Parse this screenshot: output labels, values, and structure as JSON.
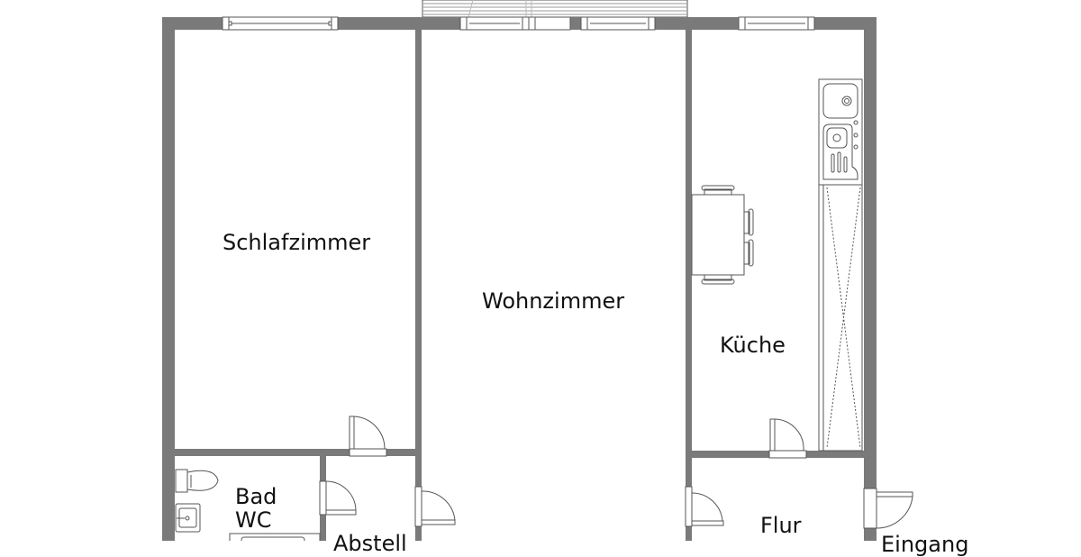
{
  "plan": {
    "wall_color": "#7a7a7a",
    "line_color": "#555555",
    "background": "#ffffff"
  },
  "rooms": {
    "schlafzimmer": "Schlafzimmer",
    "wohnzimmer": "Wohnzimmer",
    "kueche": "Küche",
    "bad": "Bad",
    "wc": "WC",
    "abstell": "Abstell",
    "flur": "Flur",
    "eingang": "Eingang"
  }
}
